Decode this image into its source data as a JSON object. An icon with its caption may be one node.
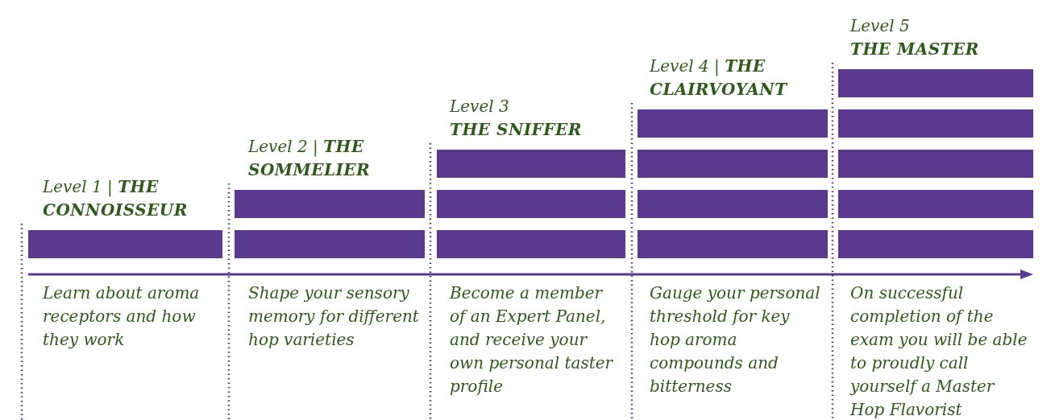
{
  "diagram": {
    "labels": [
      "Level 1 | **THE CONNOISSEUR**",
      "Learn about aroma receptors and how they work",
      "Level 2 | **THE SOMMELIER**",
      "Shape your sensory memory for different hop varieties",
      "Level 3",
      "THE SNIFFER",
      "Become a member of an Expert Panel, and receive your own personal taster profile",
      "Level 4 | **THE CLAIRVOYANT**",
      "Gauge your personal threshold for key hop aroma compounds and bitterness",
      "Level 5",
      "THE MASTER",
      "On successful completion of the exam you will be able to proudly call yourself a Master Hop Flavorist"
    ]
  }
}
